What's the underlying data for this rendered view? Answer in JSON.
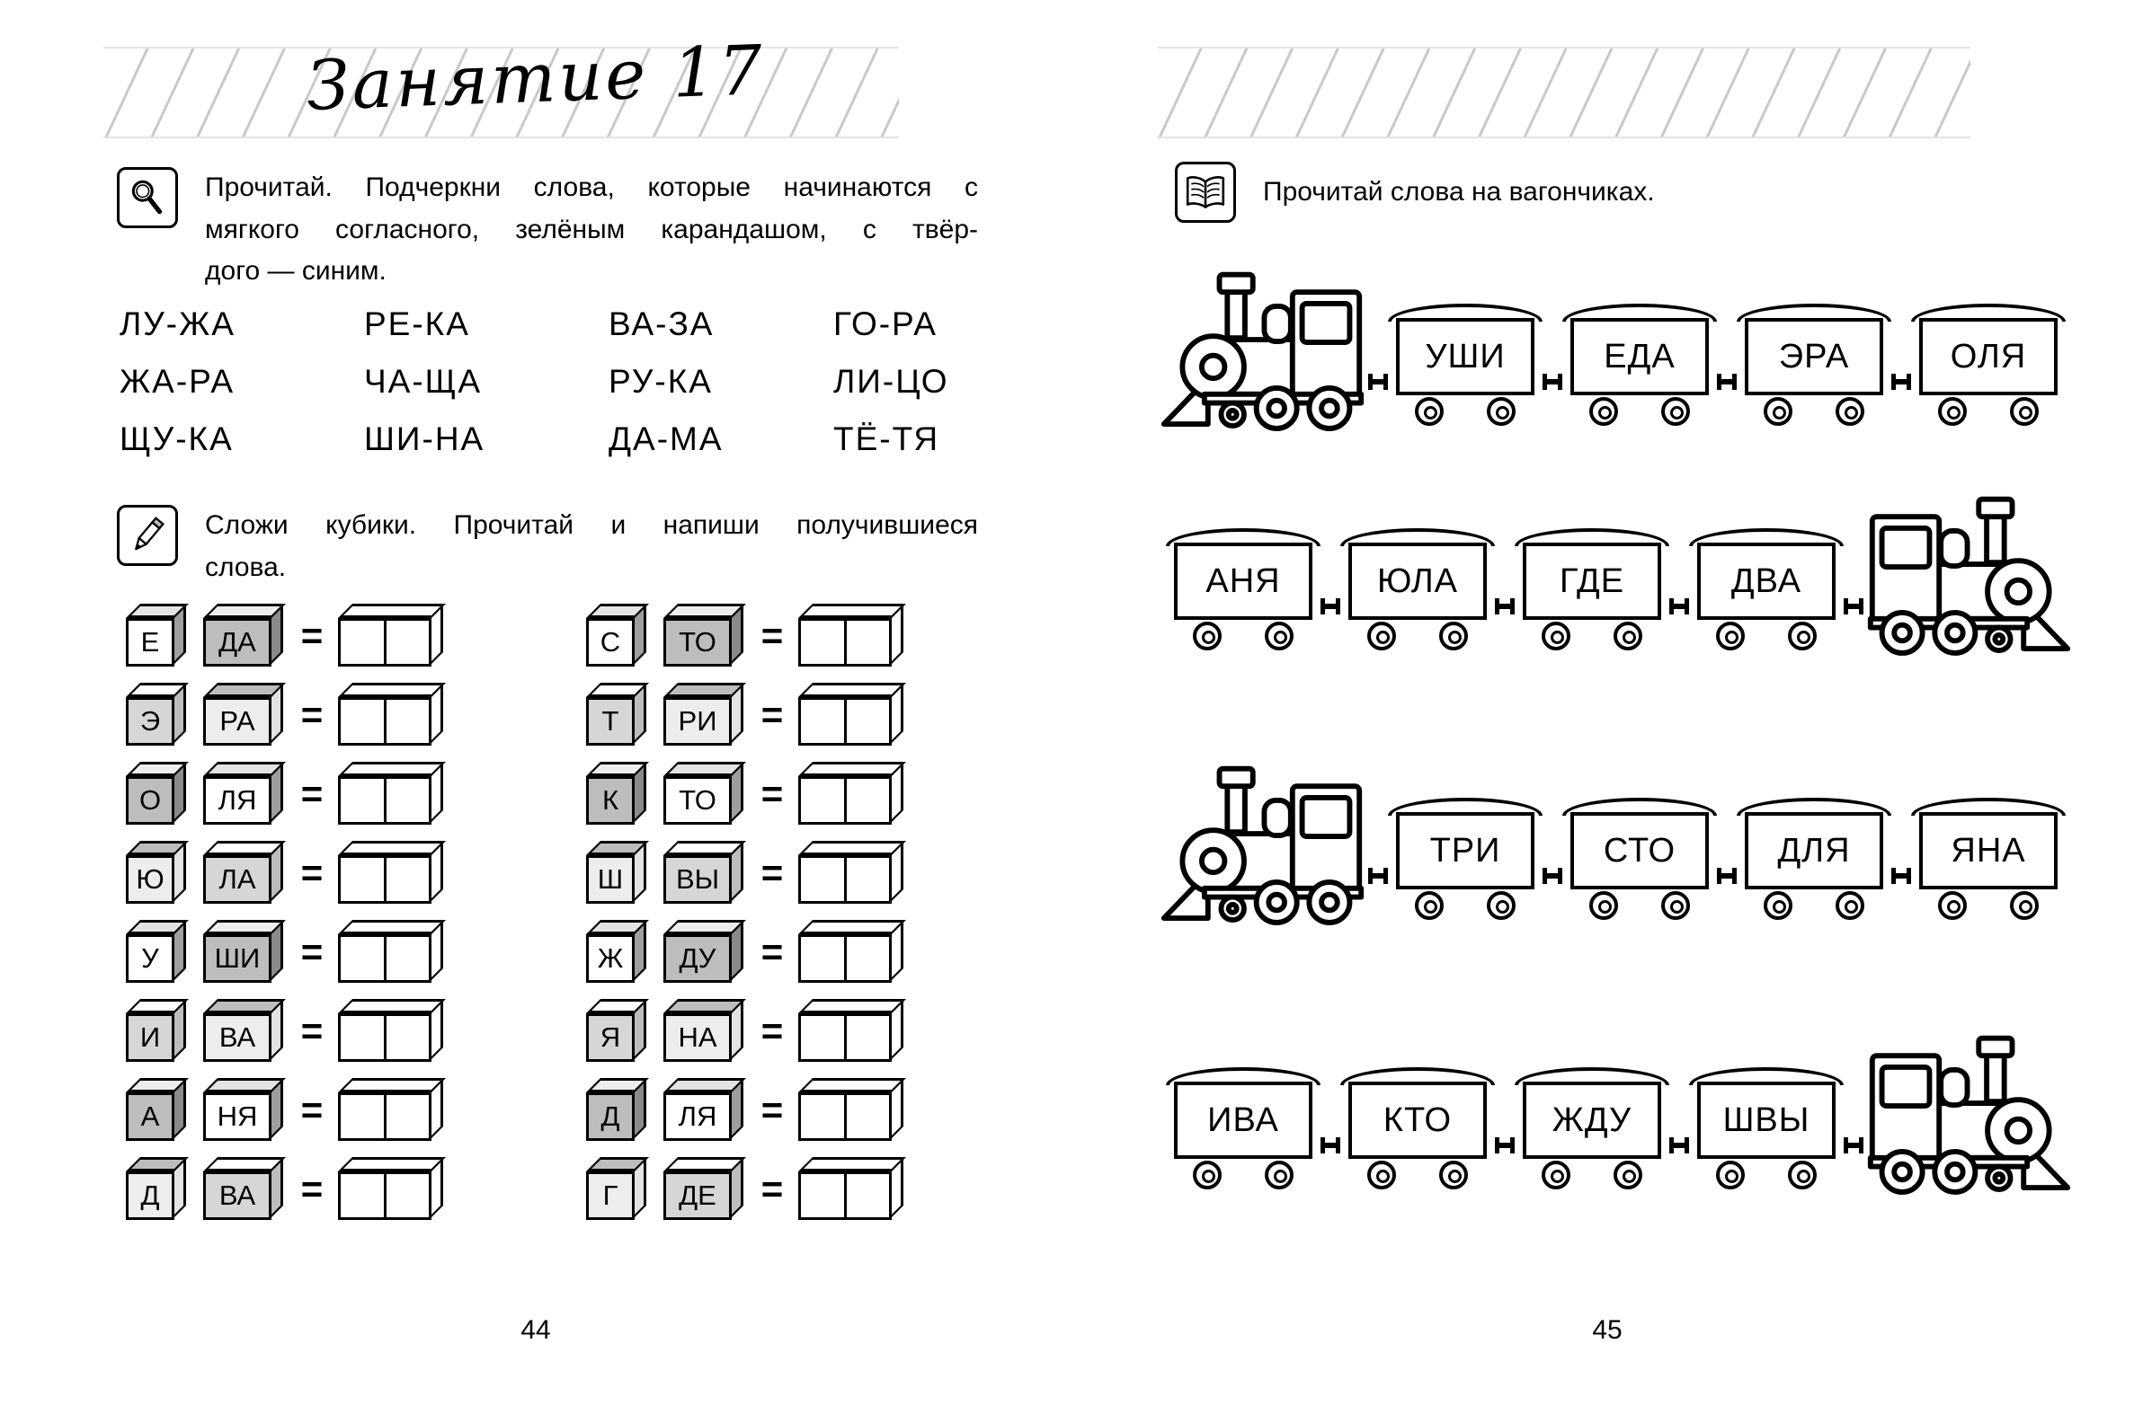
{
  "left_page": {
    "title": "Занятие 17",
    "task1": {
      "icon": "magnifier-icon",
      "lines": [
        "Прочитай. Подчеркни слова, которые начинаются с",
        "мягкого согласного, зелёным карандашом, с твёр-",
        "дого — синим."
      ]
    },
    "word_rows": [
      [
        "ЛУ-ЖА",
        "РЕ-КА",
        "ВА-ЗА",
        "ГО-РА"
      ],
      [
        "ЖА-РА",
        "ЧА-ЩА",
        "РУ-КА",
        "ЛИ-ЦО"
      ],
      [
        "ЩУ-КА",
        "ШИ-НА",
        "ДА-МА",
        "ТЁ-ТЯ"
      ]
    ],
    "task2": {
      "icon": "pencil-icon",
      "lines": [
        "Сложи кубики. Прочитай и напиши получившиеся",
        "слова."
      ]
    },
    "cubes": {
      "left": [
        [
          "Е",
          "ДА"
        ],
        [
          "Э",
          "РА"
        ],
        [
          "О",
          "ЛЯ"
        ],
        [
          "Ю",
          "ЛА"
        ],
        [
          "У",
          "ШИ"
        ],
        [
          "И",
          "ВА"
        ],
        [
          "А",
          "НЯ"
        ],
        [
          "Д",
          "ВА"
        ]
      ],
      "right": [
        [
          "С",
          "ТО"
        ],
        [
          "Т",
          "РИ"
        ],
        [
          "К",
          "ТО"
        ],
        [
          "Ш",
          "ВЫ"
        ],
        [
          "Ж",
          "ДУ"
        ],
        [
          "Я",
          "НА"
        ],
        [
          "Д",
          "ЛЯ"
        ],
        [
          "Г",
          "ДЕ"
        ]
      ]
    },
    "page_number": "44"
  },
  "right_page": {
    "task": {
      "icon": "book-icon",
      "text": "Прочитай  слова  на  вагончиках."
    },
    "trains": [
      {
        "loco": "left",
        "words": [
          "УШИ",
          "ЕДА",
          "ЭРА",
          "ОЛЯ"
        ]
      },
      {
        "loco": "right",
        "words": [
          "АНЯ",
          "ЮЛА",
          "ГДЕ",
          "ДВА"
        ]
      },
      {
        "loco": "left",
        "words": [
          "ТРИ",
          "СТО",
          "ДЛЯ",
          "ЯНА"
        ]
      },
      {
        "loco": "right",
        "words": [
          "ИВА",
          "КТО",
          "ЖДУ",
          "ШВЫ"
        ]
      }
    ],
    "page_number": "45"
  },
  "symbols": {
    "equals": "="
  },
  "colors": {
    "ink": "#000000",
    "paper": "#ffffff",
    "hatch": "#c9c9c9"
  },
  "icons": [
    "magnifier-icon",
    "pencil-icon",
    "book-icon",
    "locomotive-icon",
    "wheel-icon",
    "coupler-icon"
  ]
}
